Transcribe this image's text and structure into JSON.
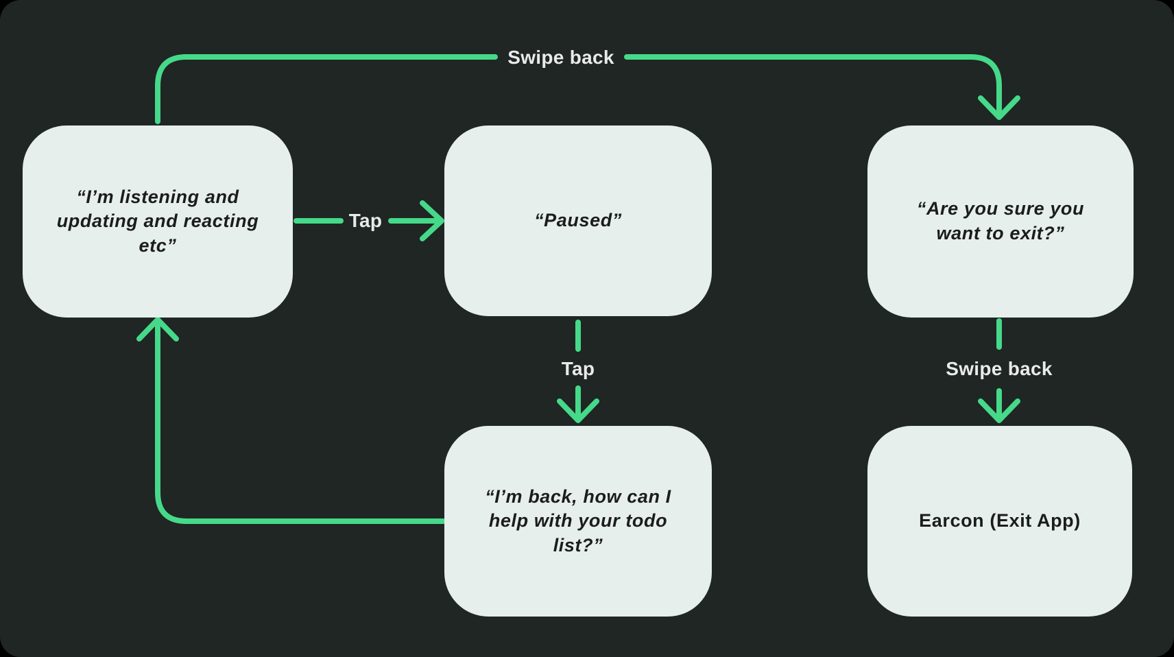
{
  "diagram": {
    "colors": {
      "outer_background": "#000000",
      "background": "#1f2624",
      "accent_green": "#46d98a",
      "node_fill": "#e7efec",
      "node_text": "#1b1d1c",
      "label_text": "#e8ebe9"
    },
    "nodes": [
      {
        "id": "listening",
        "text": "“I’m listening and updating and reacting etc”"
      },
      {
        "id": "paused",
        "text": "“Paused”"
      },
      {
        "id": "exit-confirm",
        "text": "“Are you sure you want to exit?”"
      },
      {
        "id": "back",
        "text": "“I’m back, how can I help with your todo list?”"
      },
      {
        "id": "earcon",
        "text": "Earcon (Exit App)"
      }
    ],
    "labels": {
      "swipe_back_top": "Swipe back",
      "tap_horizontal": "Tap",
      "tap_vertical": "Tap",
      "swipe_back_vertical": "Swipe back"
    }
  }
}
